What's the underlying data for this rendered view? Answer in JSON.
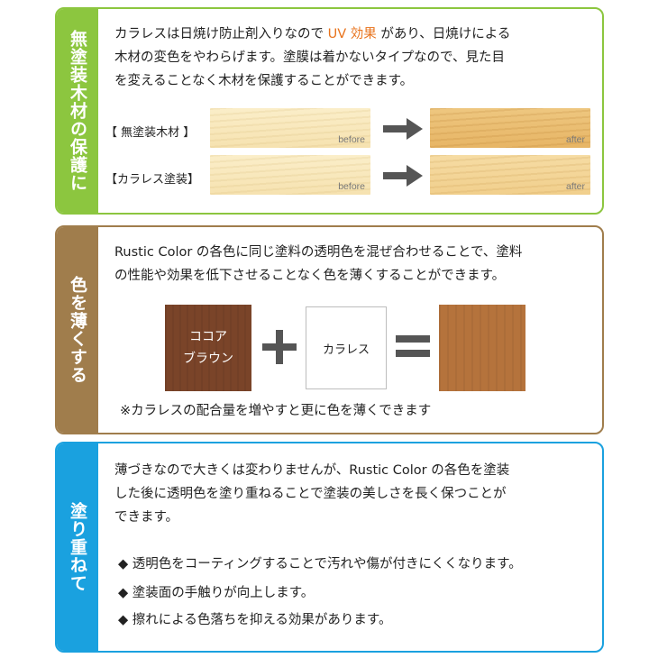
{
  "panel1": {
    "side_label": "無塗装木材の保護に",
    "line1_a": "カラレスは日焼け防止剤入りなので ",
    "line1_accent": "UV 効果",
    "line1_b": " があり、日焼けによる",
    "line2": "木材の変色をやわらげます。塗膜は着かないタイプなので、見た目",
    "line3": "を変えることなく木材を保護することができます。",
    "row1_label": "【 無塗装木材 】",
    "row2_label": "【カラレス塗装】",
    "before": "before",
    "after": "after"
  },
  "panel2": {
    "side_label": "色を薄くする",
    "line1": "Rustic Color の各色に同じ塗料の透明色を混ぜ合わせることで、塗料",
    "line2": "の性能や効果を低下させることなく色を薄くすることができます。",
    "cocoa_line1": "ココア",
    "cocoa_line2": "ブラウン",
    "clear_label": "カラレス",
    "note": "※カラレスの配合量を増やすと更に色を薄くできます"
  },
  "panel3": {
    "side_label": "塗り重ねて",
    "line1": "薄づきなので大きくは変わりませんが、Rustic Color の各色を塗装",
    "line2": "した後に透明色を塗り重ねることで塗装の美しさを長く保つことが",
    "line3": "できます。",
    "bullets": [
      "◆ 透明色をコーティングすることで汚れや傷が付きにくくなります。",
      "◆ 塗装面の手触りが向上します。",
      "◆ 擦れによる色落ちを抑える効果があります。"
    ]
  }
}
